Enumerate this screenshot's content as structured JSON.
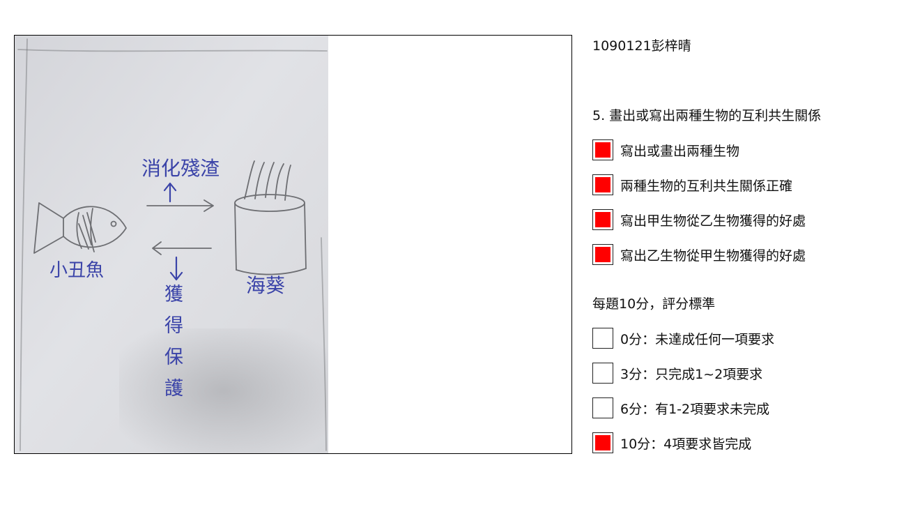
{
  "student": {
    "id_name": "1090121彭梓晴"
  },
  "drawing": {
    "annotation_top": "消化殘渣",
    "annotation_bottom_chars": [
      "獲",
      "得",
      "保",
      "護"
    ],
    "fish_label": "小丑魚",
    "seaweed_label": "海葵"
  },
  "question": {
    "title": "5. 畫出或寫出兩種生物的互利共生關係"
  },
  "criteria": [
    {
      "label": "寫出或畫出兩種生物",
      "checked": true
    },
    {
      "label": "兩種生物的互利共生關係正確",
      "checked": true
    },
    {
      "label": "寫出甲生物從乙生物獲得的好處",
      "checked": true
    },
    {
      "label": "寫出乙生物從甲生物獲得的好處",
      "checked": true
    }
  ],
  "scoring": {
    "title": "每題10分，評分標準",
    "options": [
      {
        "label": "0分：未達成任何一項要求",
        "checked": false
      },
      {
        "label": "3分：只完成1~2項要求",
        "checked": false
      },
      {
        "label": "6分：有1-2項要求未完成",
        "checked": false
      },
      {
        "label": "10分：4項要求皆完成",
        "checked": true
      }
    ]
  },
  "colors": {
    "check_fill": "#ff0000",
    "ink": "#3a43a8",
    "paper": "#dfe0e4"
  }
}
